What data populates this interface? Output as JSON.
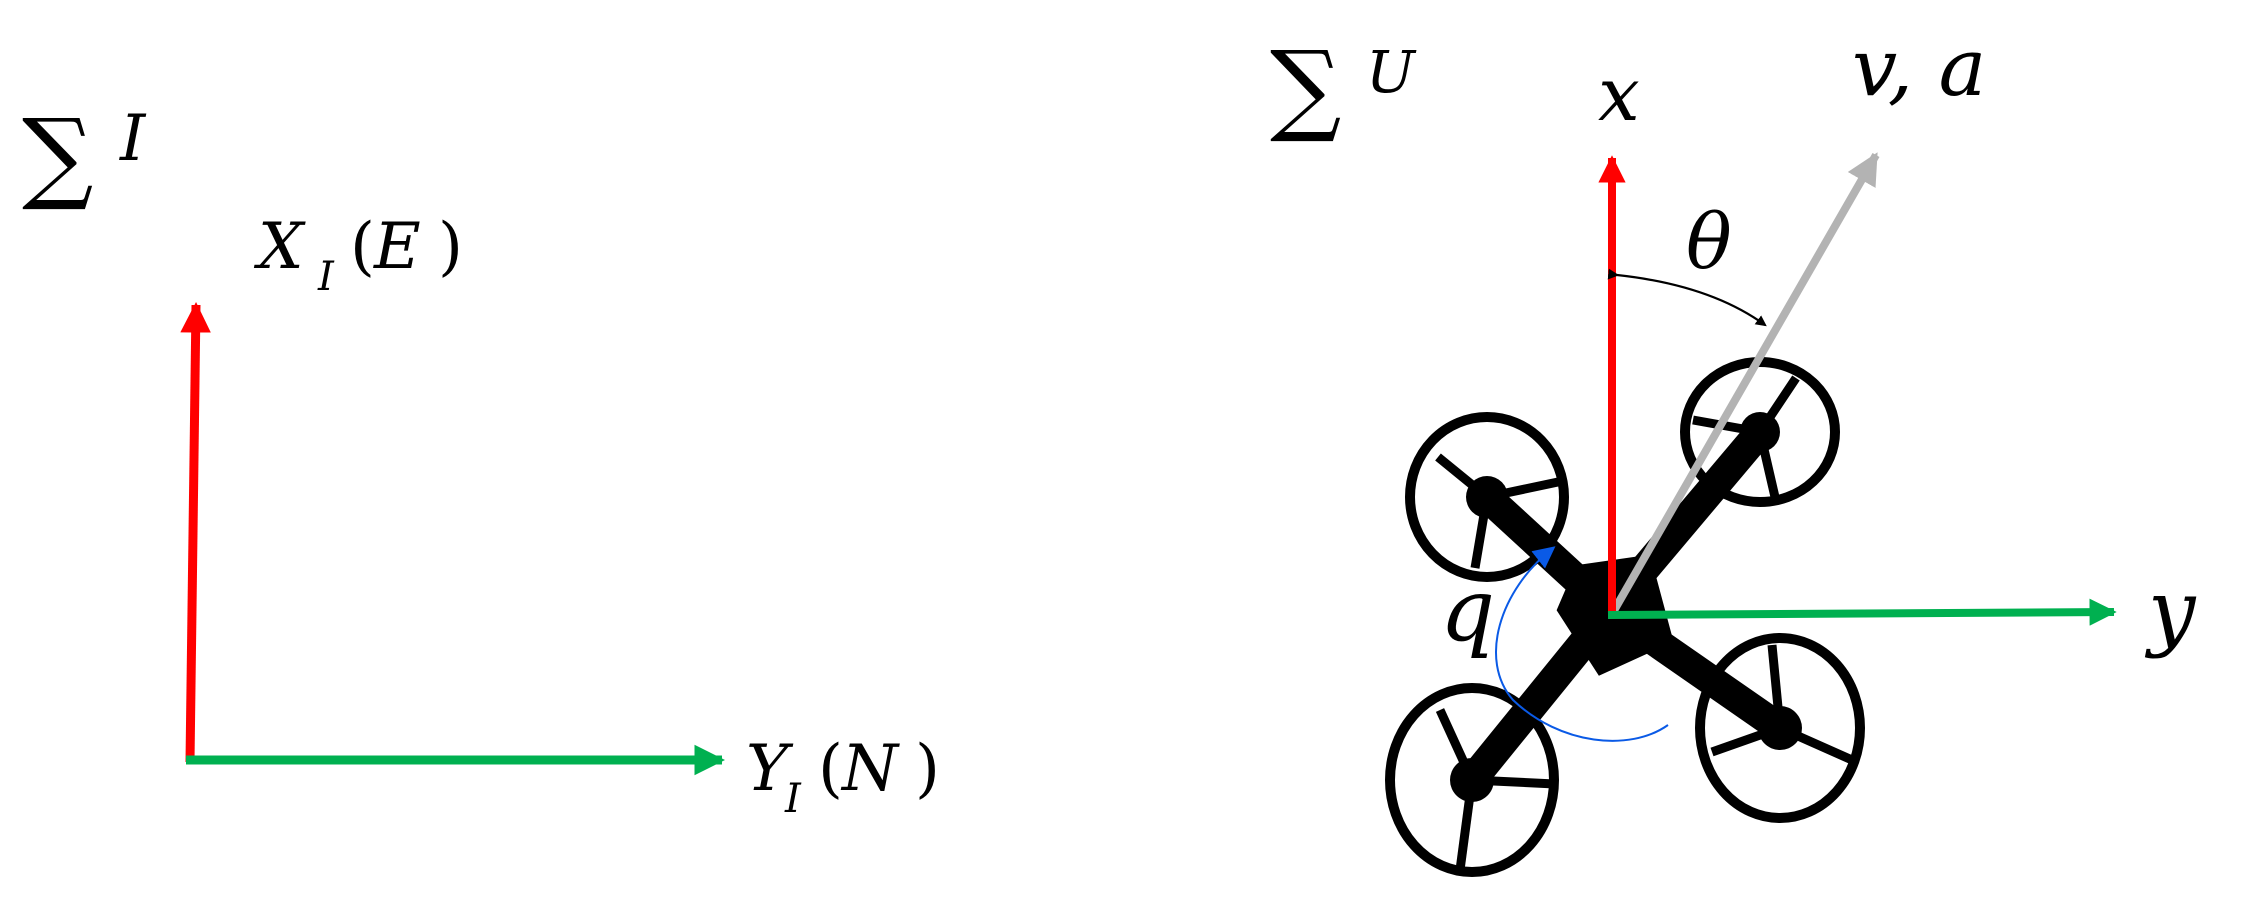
{
  "inertial_frame": {
    "frame_symbol": "∑",
    "frame_sub": "I",
    "x_axis": {
      "letter": "X",
      "sub": "I",
      "paren_open": "(",
      "dir": "E",
      "paren_close": ")"
    },
    "y_axis": {
      "letter": "Y",
      "sub": "I",
      "paren_open": "(",
      "dir": "N",
      "paren_close": ")"
    }
  },
  "body_frame": {
    "frame_symbol": "∑",
    "frame_sub": "U",
    "x_label": "x",
    "y_label": "y",
    "velocity_label": "v, a",
    "angle_label": "θ",
    "rate_label": "q"
  },
  "colors": {
    "x_axis": "#ff0000",
    "y_axis": "#00b050",
    "velocity": "#b3b3b3",
    "rotation": "#0a5ae6",
    "drone": "#000000"
  }
}
